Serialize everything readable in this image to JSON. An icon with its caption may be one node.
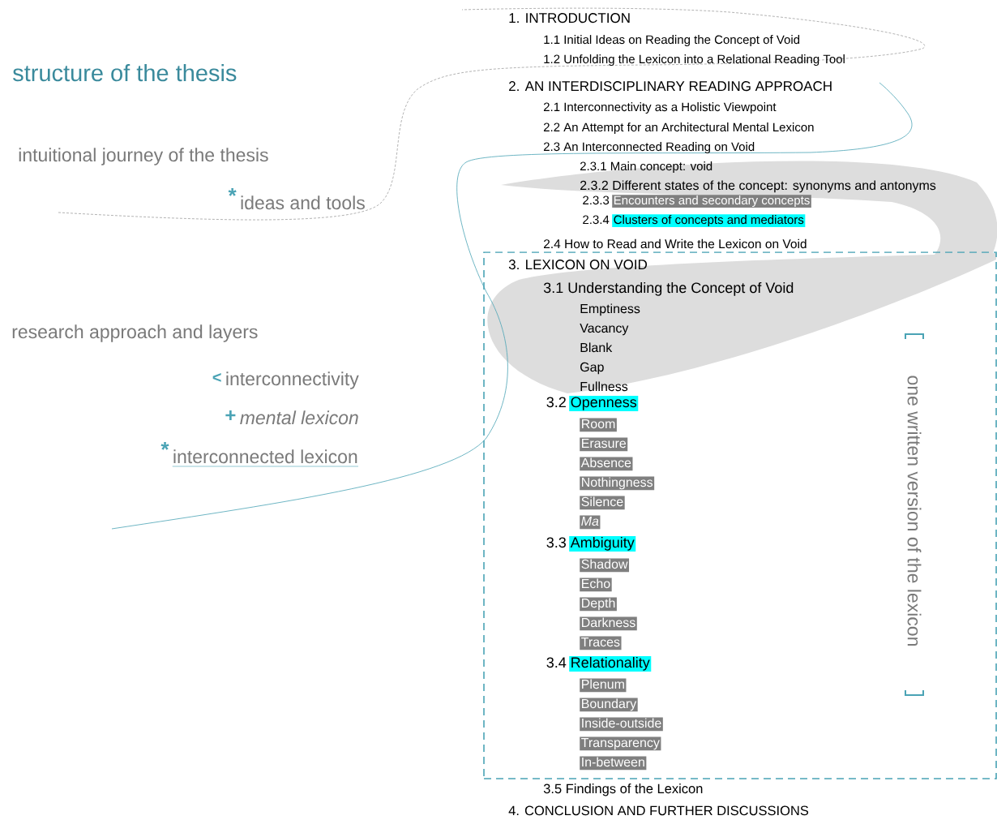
{
  "diagram": {
    "title": "structure of the thesis",
    "nodes": [
      {
        "text": [
          "Encounters and secondary concepts"
        ],
        "beside": [
          "2.3.3"
        ]
      },
      {
        "text": [
          "Clusters of concepts and mediators"
        ],
        "beside": [
          "2.3.4"
        ]
      },
      {
        "text": [
          "3. LEXICON ON VOID",
          "3.1 Understanding the Concept of Void",
          "Emptiness",
          "Vacancy",
          "Blank",
          "Gap",
          "Fullness",
          "one written version of the lexicon"
        ]
      },
      {
        "text": [
          "Openness"
        ],
        "beside": [
          "3.2"
        ],
        "in": 2
      },
      {
        "text": [
          "Room"
        ],
        "in": 2
      },
      {
        "text": [
          "Erasure"
        ],
        "in": 2
      },
      {
        "text": [
          "Absence"
        ],
        "in": 2
      },
      {
        "text": [
          "Nothingness"
        ],
        "in": 2
      },
      {
        "text": [
          "Silence"
        ],
        "in": 2
      },
      {
        "text": [
          "Ma"
        ],
        "in": 2
      },
      {
        "text": [
          "Ambiguity"
        ],
        "beside": [
          "3.3"
        ],
        "in": 2
      },
      {
        "text": [
          "Shadow"
        ],
        "in": 2
      },
      {
        "text": [
          "Echo"
        ],
        "in": 2
      },
      {
        "text": [
          "Depth"
        ],
        "in": 2
      },
      {
        "text": [
          "Darkness"
        ],
        "in": 2
      },
      {
        "text": [
          "Traces"
        ],
        "in": 2
      },
      {
        "text": [
          "Relationality"
        ],
        "beside": [
          "3.4"
        ],
        "in": 2
      },
      {
        "text": [
          "Plenum"
        ],
        "in": 2
      },
      {
        "text": [
          "Boundary"
        ],
        "in": 2
      },
      {
        "text": [
          "Inside-outside"
        ],
        "in": 2
      },
      {
        "text": [
          "Transparency"
        ],
        "in": 2
      },
      {
        "text": [
          "In-between"
        ],
        "in": 2
      }
    ],
    "labels": [
      "intuitional journey of the thesis",
      "*",
      "ideas and tools",
      "research approach and layers",
      "<",
      "interconnectivity",
      "+",
      "mental lexicon",
      "*",
      "interconnected lexicon",
      "1. INTRODUCTION",
      "1.1 Initial Ideas on Reading the Concept of Void",
      "1.2 Unfolding the Lexicon into a Relational Reading Tool",
      "2. AN INTERDISCIPLINARY READING APPROACH",
      "2.1 Interconnectivity as a Holistic Viewpoint",
      "2.2 An Attempt for an Architectural Mental Lexicon",
      "2.3 An Interconnected Reading on Void",
      "2.3.1 Main concept: void",
      "2.3.2 Different states of the concept: synonyms and antonyms",
      "2.4 How to Read and Write the Lexicon on Void",
      "3.5 Findings of the Lexicon",
      "4. CONCLUSION AND FURTHER DISCUSSIONS"
    ]
  }
}
